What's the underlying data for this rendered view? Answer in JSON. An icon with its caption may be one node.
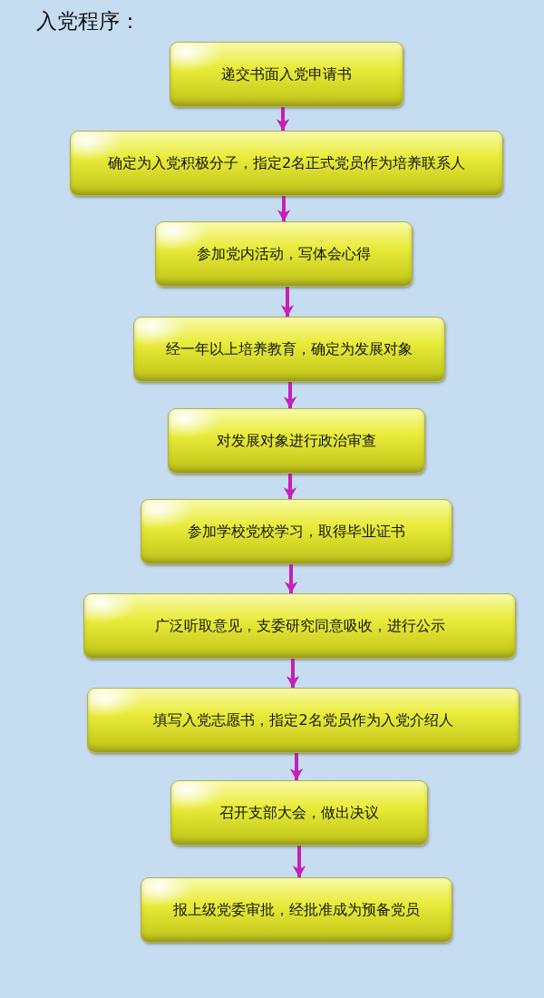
{
  "diagram": {
    "title": "入党程序：",
    "nodes": [
      {
        "text": [
          "递交书面入党申请书"
        ]
      },
      {
        "text": [
          "确定为入党积极分子，指定2名正式党员作为培养联系人"
        ]
      },
      {
        "text": [
          "参加党内活动，写体会心得"
        ]
      },
      {
        "text": [
          "经一年以上培养教育，确定为发展对象"
        ]
      },
      {
        "text": [
          "对发展对象进行政治审查"
        ]
      },
      {
        "text": [
          "参加学校党校学习，取得毕业证书"
        ]
      },
      {
        "text": [
          "广泛听取意见，支委研究同意吸收，进行公示"
        ]
      },
      {
        "text": [
          "填写入党志愿书，指定2名党员作为入党介绍人"
        ]
      },
      {
        "text": [
          "召开支部大会，做出决议"
        ]
      },
      {
        "text": [
          "报上级党委审批，经批准成为预备党员"
        ]
      }
    ],
    "edges": [
      {
        "from": 0,
        "to": 1,
        "arrow": "to"
      },
      {
        "from": 1,
        "to": 2,
        "arrow": "to"
      },
      {
        "from": 2,
        "to": 3,
        "arrow": "to"
      },
      {
        "from": 3,
        "to": 4,
        "arrow": "to"
      },
      {
        "from": 4,
        "to": 5,
        "arrow": "to"
      },
      {
        "from": 5,
        "to": 6,
        "arrow": "to"
      },
      {
        "from": 6,
        "to": 7,
        "arrow": "to"
      },
      {
        "from": 7,
        "to": 8,
        "arrow": "to"
      },
      {
        "from": 8,
        "to": 9,
        "arrow": "to"
      }
    ]
  }
}
